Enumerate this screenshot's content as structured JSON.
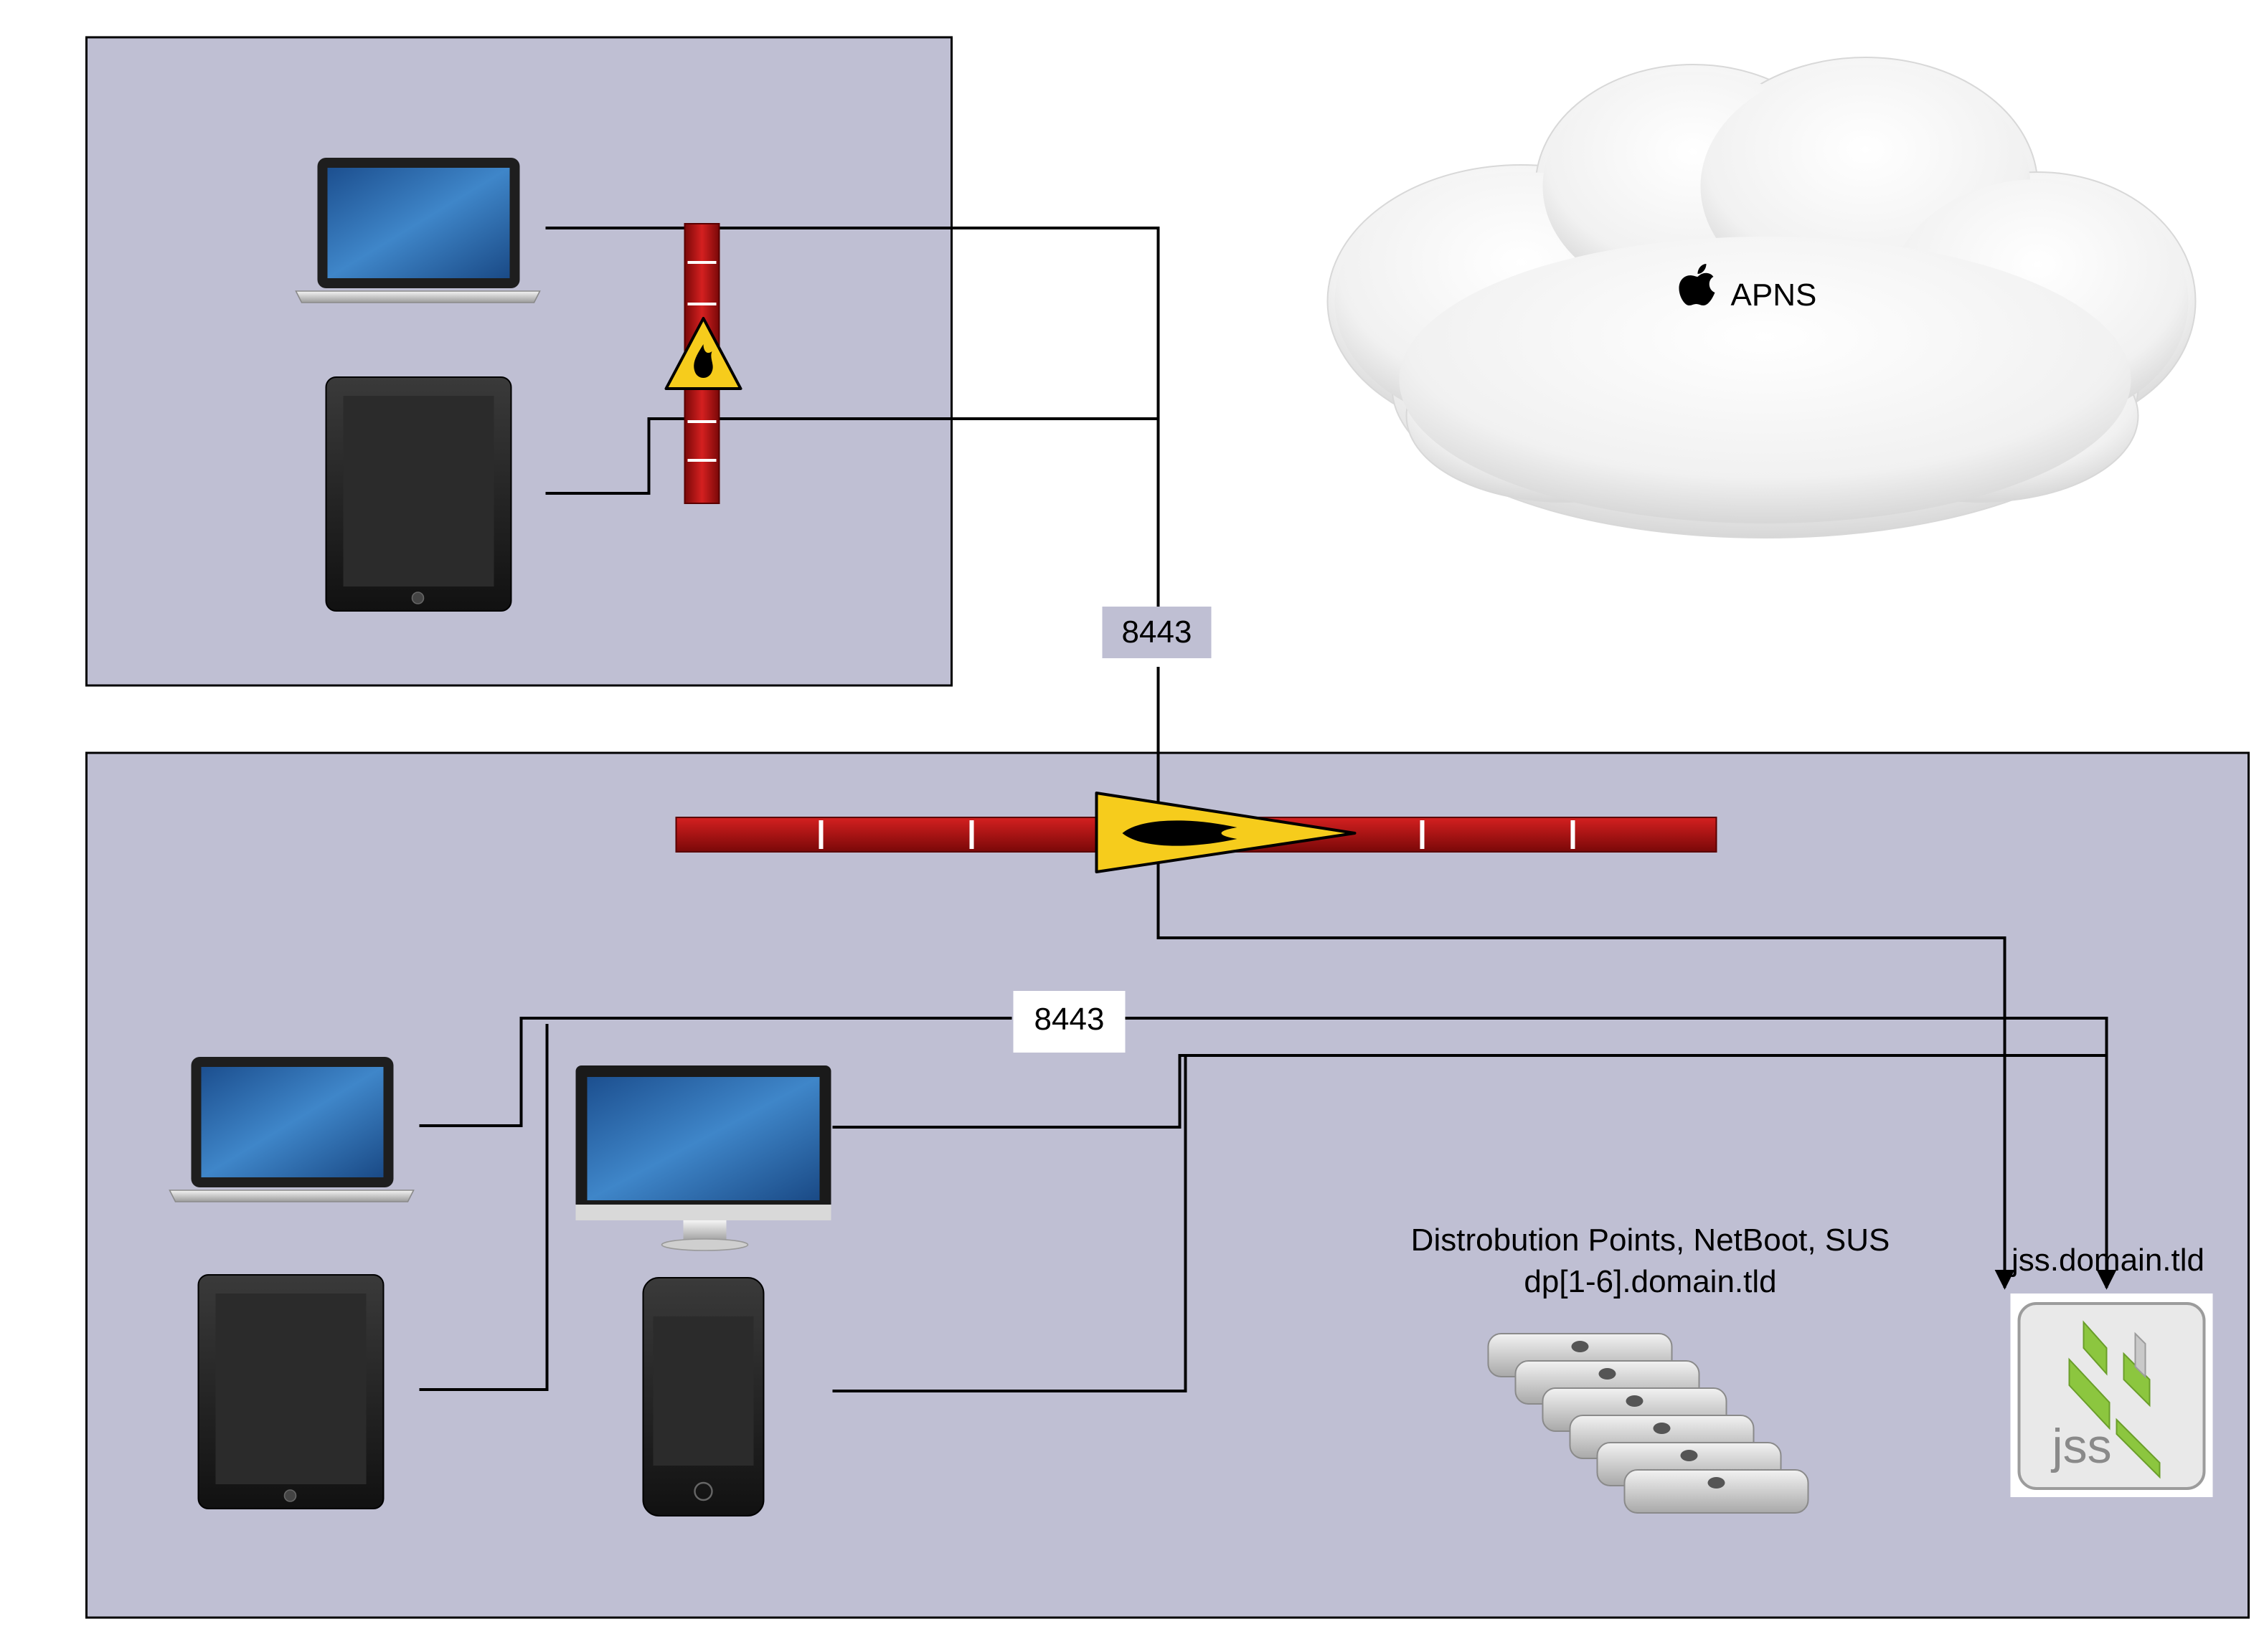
{
  "cloud": {
    "label": "APNS"
  },
  "port_labels": {
    "external": "8443",
    "internal": "8443"
  },
  "distribution": {
    "line1": "Distrobution Points, NetBoot, SUS",
    "line2": "dp[1-6].domain.tld"
  },
  "jss": {
    "hostname": "jss.domain.tld",
    "logo_text": "jss"
  },
  "colors": {
    "zone_fill": "#bfbfd3",
    "firewall_red": "#b31212",
    "warning_yellow": "#f6cc1c",
    "screen_blue": "#2f6fb5",
    "jss_green": "#8cc63f"
  }
}
